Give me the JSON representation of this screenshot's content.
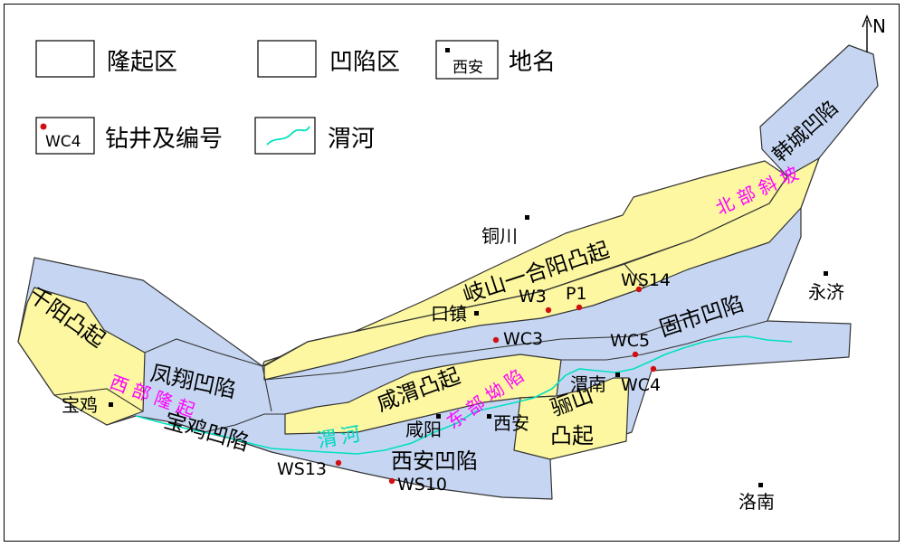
{
  "colors": {
    "uplift": "#fcf7a0",
    "depression": "#c6d6f2",
    "river": "#00e0c0",
    "well": "#d01010",
    "slope_label": "#ff00ff",
    "river_label": "#00c8b0",
    "boundary": "#333333"
  },
  "legend": {
    "uplift": "隆起区",
    "depression": "凹陷区",
    "place_sample": "西安",
    "place": "地名",
    "well_sample": "WC4",
    "well": "钻井及编号",
    "river": "渭河"
  },
  "north_label": "N",
  "units": {
    "qianyang": "千阳凸起",
    "fengxiang": "凤翔凹陷",
    "baoji_dep": "宝鸡凹陷",
    "qishan": "岐山一合阳凸起",
    "hancheng": "韩城凹陷",
    "gushi": "固市凹陷",
    "xianwei": "咸渭凸起",
    "lishan_1": "骊山",
    "lishan_2": "凸起",
    "xian_dep": "西安凹陷"
  },
  "slopes": {
    "north": "北部斜坡",
    "west": "西部隆起",
    "east": "东部坳陷"
  },
  "river_label": "渭河",
  "places": {
    "tongchuan": "铜川",
    "kouzhen": "口镇",
    "yongji": "永济",
    "baoji": "宝鸡",
    "xianyang": "咸阳",
    "xian": "西安",
    "weinan": "渭南",
    "luonan": "洛南"
  },
  "wells": {
    "w3": "W3",
    "p1": "P1",
    "ws14": "WS14",
    "wc3": "WC3",
    "wc5": "WC5",
    "wc4": "WC4",
    "ws13": "WS13",
    "ws10": "WS10"
  }
}
